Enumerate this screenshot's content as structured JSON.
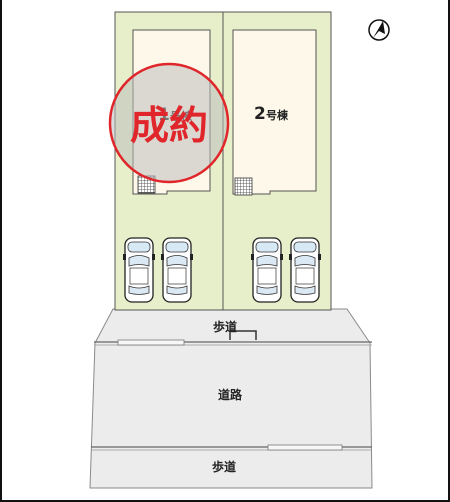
{
  "plot": {
    "lot1": {
      "label_num": "1",
      "label_suffix": "号棟",
      "status": "成約"
    },
    "lot2": {
      "label_num": "2",
      "label_suffix": "号棟"
    }
  },
  "street": {
    "sidewalk_top": "歩道",
    "road": "道路",
    "sidewalk_bottom": "歩道"
  },
  "north_indicator": {
    "icon": "north-arrow-icon"
  },
  "colors": {
    "lot_fill": "#e6efc9",
    "house_fill": "#fdf8e9",
    "street_fill": "#ececec",
    "stamp_red": "#e0262b",
    "stamp_fill": "#bdbdbd"
  }
}
